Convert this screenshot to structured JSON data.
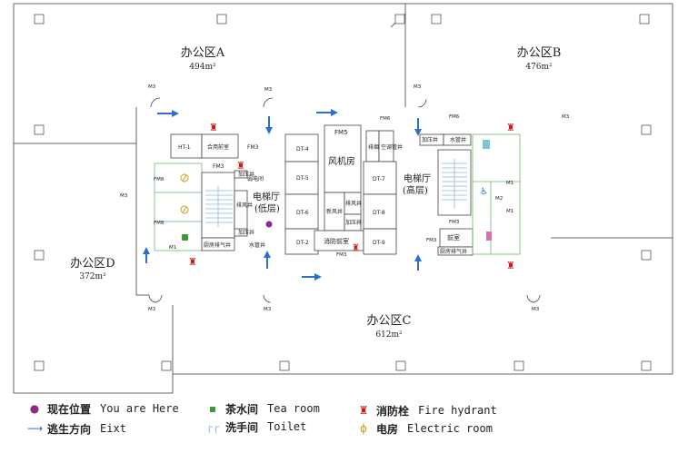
{
  "zones": {
    "a": {
      "name": "办公区A",
      "area": "494m²"
    },
    "b": {
      "name": "办公区B",
      "area": "476m²"
    },
    "c": {
      "name": "办公区C",
      "area": "612m²"
    },
    "d": {
      "name": "办公区D",
      "area": "372m²"
    }
  },
  "rooms": {
    "ht1": "HT-1",
    "reception": "合用前室",
    "fm3": "FM3",
    "fm5": "FM5",
    "fm6": "FM6",
    "fm8": "FM8",
    "m1": "M1",
    "m2": "M2",
    "m3": "M3",
    "elevator_low": "电梯厅",
    "elevator_low_sub": "(低层)",
    "elevator_high": "电梯厅",
    "elevator_high_sub": "(高层)",
    "fan_room": "风机房",
    "dt4": "DT-4",
    "dt5": "DT-5",
    "dt6": "DT-6",
    "dt2": "DT-2",
    "dt7": "DT-7",
    "dt8": "DT-8",
    "dt9": "DT-9",
    "fire_front": "消防前室",
    "fresh_air": "新风井",
    "exhaust": "排风井",
    "ac_pipe": "空调管井",
    "drain": "排烟井",
    "kitchen_exhaust": "厨房排气井",
    "front_room": "前室",
    "pressurize": "加压井",
    "water_pipe": "水管井",
    "weak_current": "弱电间",
    "exhaust_shaft": "排风井",
    "pressure_well": "加压井",
    "fm_label": "FM"
  },
  "legend": {
    "here_cn": "现在位置",
    "here_en": "You are Here",
    "exit_cn": "逃生方向",
    "exit_en": "Eixt",
    "tea_cn": "茶水间",
    "tea_en": "Tea room",
    "toilet_cn": "洗手间",
    "toilet_en": "Toilet",
    "hydrant_cn": "消防栓",
    "hydrant_en": "Fire hydrant",
    "electric_cn": "电房",
    "electric_en": "Electric room"
  },
  "colors": {
    "here": "#8e2a8e",
    "exit": "#2b6fd1",
    "tea": "#3a9a3a",
    "toilet": "#6cb56c",
    "hydrant": "#cc1a1a",
    "electric": "#c8a020"
  },
  "icons": {
    "here": "purple-dot-icon",
    "exit": "blue-arrow-icon",
    "tea": "tea-cup-icon",
    "toilet": "toilet-icon",
    "hydrant": "fire-hydrant-icon",
    "electric": "lightning-icon"
  }
}
